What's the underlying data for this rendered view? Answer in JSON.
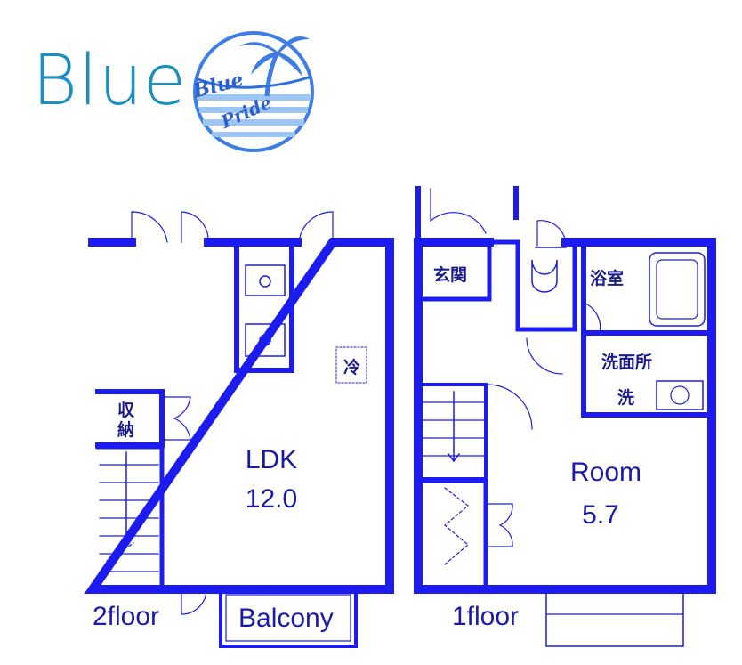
{
  "brand": {
    "wordmark": "Blue",
    "logo_text": "Blue Pride",
    "colors": {
      "wordmark": "#1a8fc0",
      "logo": "#2e6fe0",
      "logo_light": "#9ec6f4"
    }
  },
  "plan_color": "#1c1cf0",
  "label_color": "#1a1aa8",
  "floors": {
    "second": {
      "label": "2floor",
      "ldk": {
        "name": "LDK",
        "size": "12.0"
      },
      "storage": "収納",
      "fridge": "冷",
      "balcony": "Balcony"
    },
    "first": {
      "label": "1floor",
      "room": {
        "name": "Room",
        "size": "5.7"
      },
      "entrance": "玄関",
      "bath": "浴室",
      "washroom": "洗面所",
      "washer": "洗"
    }
  }
}
